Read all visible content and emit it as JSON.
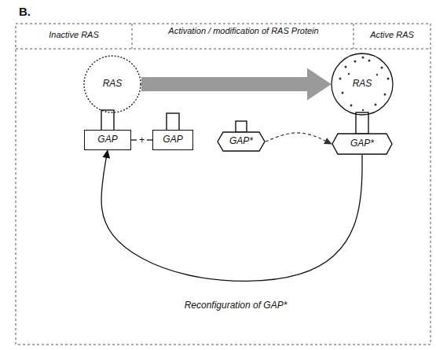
{
  "diagram": {
    "nodes": [
      {
        "text": [
          "RAS"
        ]
      },
      {
        "text": [
          "GAP"
        ]
      },
      {
        "text": [
          "GAP"
        ]
      },
      {
        "text": [
          "GAP*"
        ]
      },
      {
        "text": [
          "RAS"
        ]
      },
      {
        "text": [
          "GAP*"
        ]
      }
    ],
    "edges": [
      {
        "from": 0,
        "to": 4,
        "arrow": "to"
      },
      {
        "from": 1,
        "to": 2,
        "arrow": "none",
        "label": "+"
      },
      {
        "from": 3,
        "to": 5,
        "arrow": "to"
      },
      {
        "from": 5,
        "to": 1,
        "arrow": "to",
        "label": "Reconfiguration of GAP*"
      }
    ],
    "labels": [
      "B.",
      "Inactive RAS",
      "Activation / modification of RAS Protein",
      "Active RAS"
    ]
  }
}
